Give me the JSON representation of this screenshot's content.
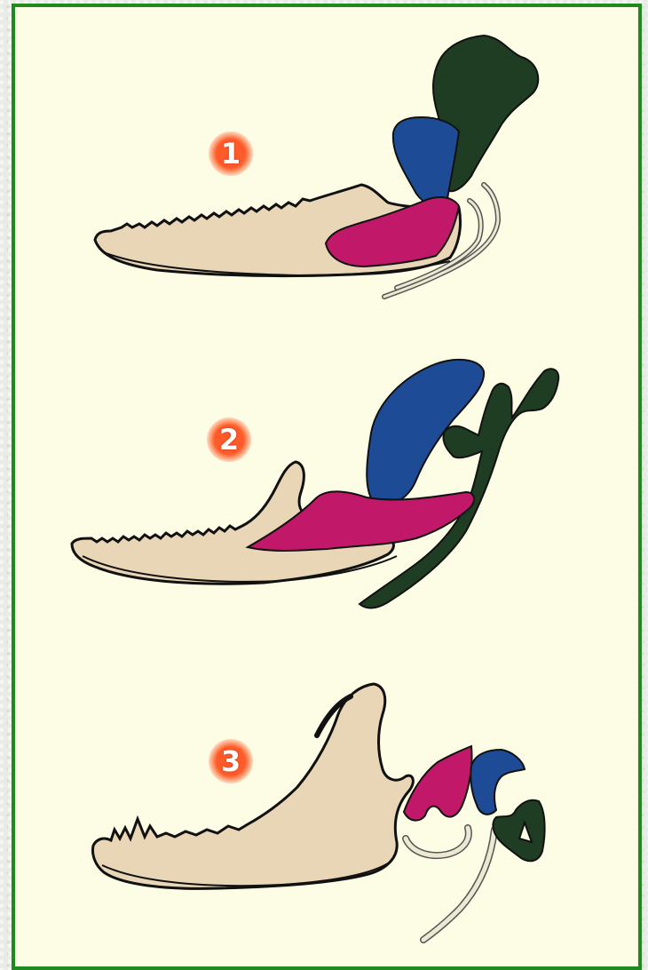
{
  "stages": [
    {
      "label": "1"
    },
    {
      "label": "2"
    },
    {
      "label": "3"
    }
  ],
  "colors": {
    "border": "#1f8a1f",
    "background": "#fdfce4",
    "jaw_bone": "#e8d6b6",
    "blue_bone": "#1e4b96",
    "magenta_bone": "#c2186a",
    "dark_green_bone": "#1f3d22",
    "ear_bones": "#ece8d2",
    "badge": "#ff5a2a"
  }
}
